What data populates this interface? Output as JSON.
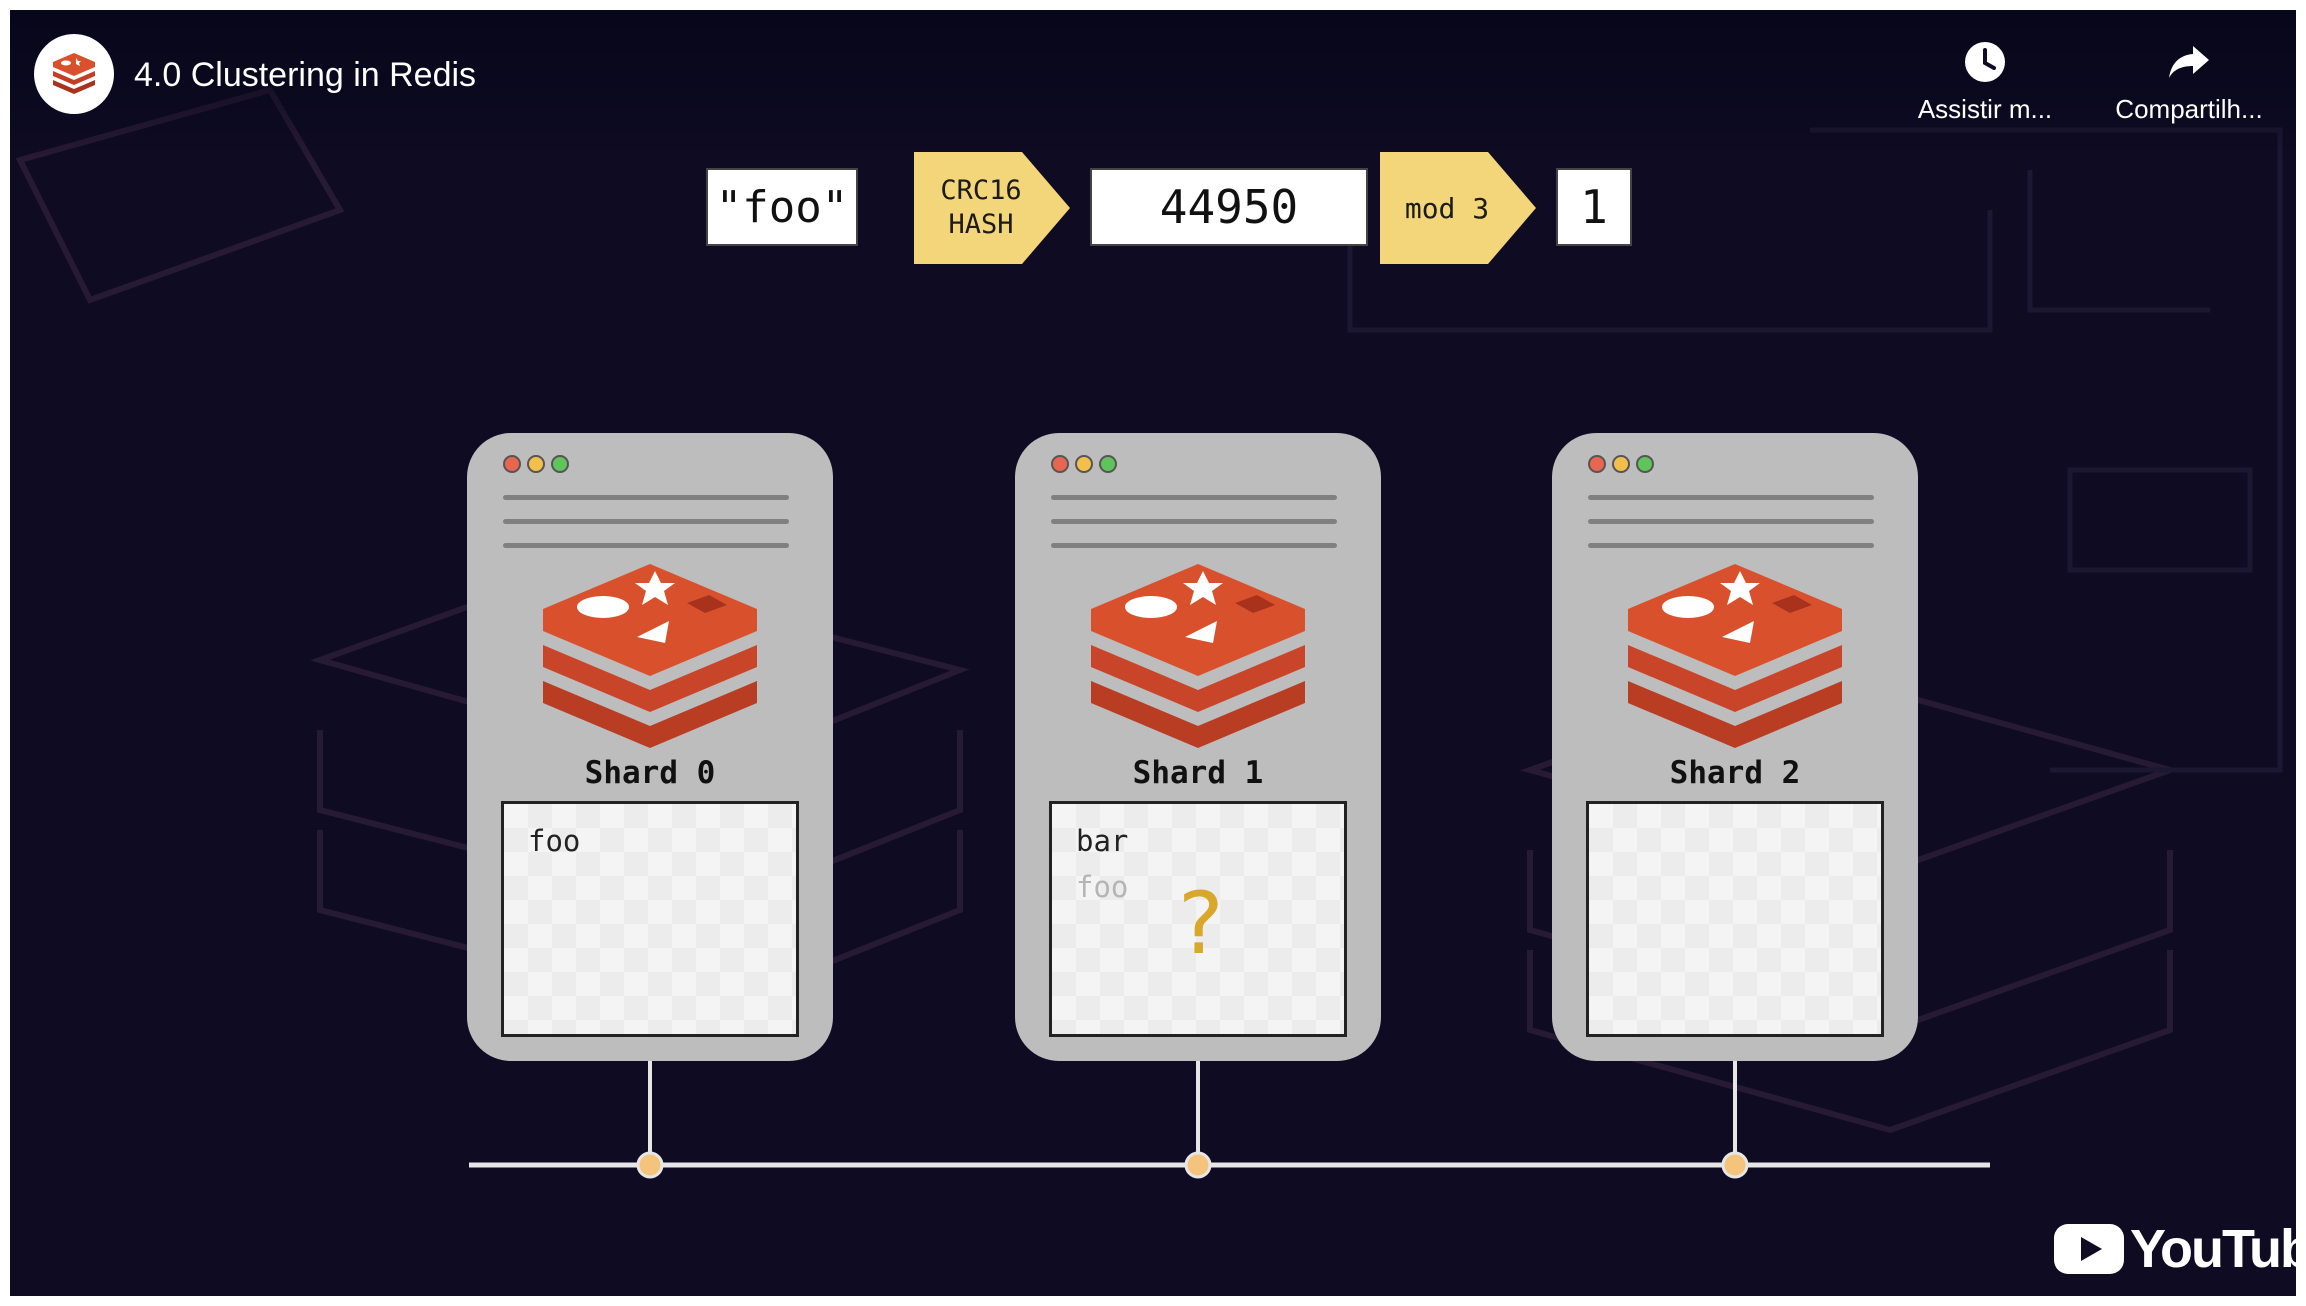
{
  "header": {
    "title": "4.0 Clustering in Redis",
    "actions": [
      {
        "label": "Assistir m...",
        "icon": "clock-icon"
      },
      {
        "label": "Compartilh...",
        "icon": "share-arrow-icon"
      }
    ]
  },
  "flow": {
    "input": "\"foo\"",
    "hash_label_line1": "CRC16",
    "hash_label_line2": "HASH",
    "hash_value": "44950",
    "mod_label": "mod 3",
    "result": "1"
  },
  "shards": [
    {
      "name": "Shard 0",
      "keys": [
        "foo"
      ]
    },
    {
      "name": "Shard 1",
      "keys": [
        "bar"
      ],
      "faded_key": "foo",
      "marker": "?"
    },
    {
      "name": "Shard 2",
      "keys": []
    }
  ],
  "colors": {
    "background": "#0e0b22",
    "arrow_fill": "#f3d57a",
    "redis_red": "#d9512c",
    "shard_card": "#bdbdbd",
    "node_dot": "#f4c37c",
    "question_mark": "#d9a82a"
  },
  "branding": {
    "logo_text": "YouTube",
    "icon": "youtube-play-icon"
  }
}
